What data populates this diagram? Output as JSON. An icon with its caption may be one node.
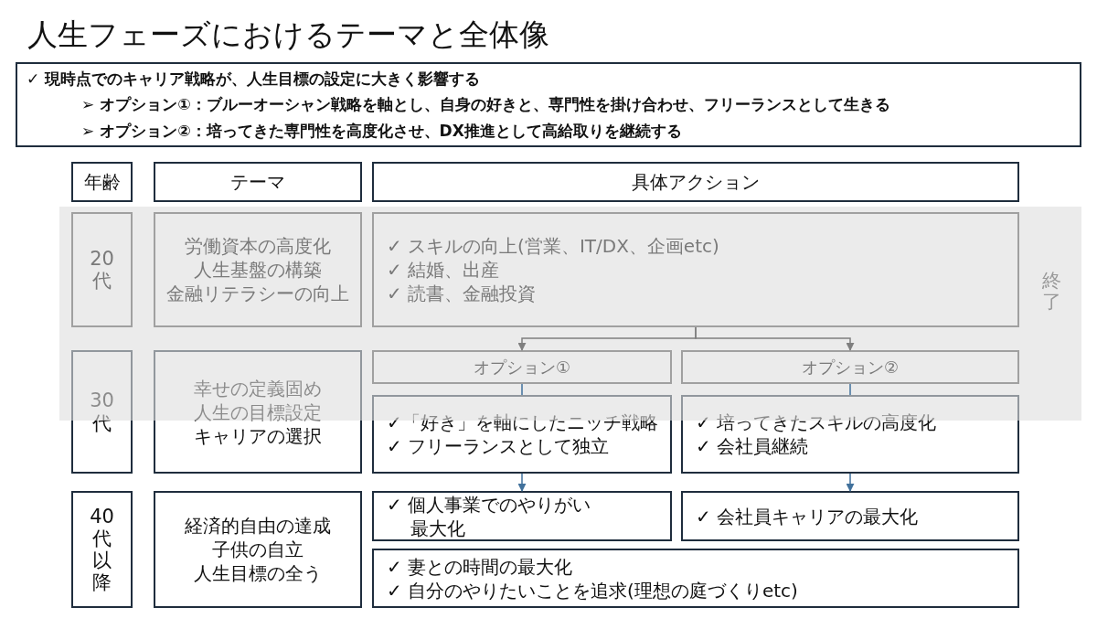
{
  "diagram": {
    "title": "人生フェーズにおけるテーマと全体像",
    "nodes": [
      {
        "text": [
          "✓ 現時点でのキャリア戦略が、人生目標の設定に大きく影響する",
          "➢ オプション①：ブルーオーシャン戦略を軸とし、自身の好きと、専門性を掛け合わせ、フリーランスとして生きる",
          "➢ オプション②：培ってきた専門性を高度化させ、DX推進として高給取りを継続する"
        ]
      },
      {
        "text": [
          "年齢"
        ]
      },
      {
        "text": [
          "テーマ"
        ]
      },
      {
        "text": [
          "具体アクション"
        ]
      },
      {
        "text": [
          "終了"
        ]
      },
      {
        "text": [
          "20代"
        ],
        "in": 4
      },
      {
        "text": [
          "労働資本の高度化",
          "人生基盤の構築",
          "金融リテラシーの向上"
        ],
        "in": 4
      },
      {
        "text": [
          "✓ スキルの向上(営業、IT/DX、企画etc)",
          "✓ 結婚、出産",
          "✓ 読書、金融投資"
        ],
        "in": 4
      },
      {
        "text": [
          "オプション①"
        ],
        "in": 4
      },
      {
        "text": [
          "オプション②"
        ],
        "in": 4
      },
      {
        "text": [
          "30代"
        ]
      },
      {
        "text": [
          "幸せの定義固め",
          "人生の目標設定",
          "キャリアの選択"
        ]
      },
      {
        "text": [
          "✓「好き」を軸にしたニッチ戦略",
          "✓ フリーランスとして独立"
        ]
      },
      {
        "text": [
          "✓ 培ってきたスキルの高度化",
          "✓ 会社員継続"
        ]
      },
      {
        "text": [
          "40代以降"
        ]
      },
      {
        "text": [
          "経済的自由の達成",
          "子供の自立",
          "人生目標の全う"
        ]
      },
      {
        "text": [
          "✓ 個人事業でのやりがい最大化"
        ]
      },
      {
        "text": [
          "✓ 会社員キャリアの最大化"
        ]
      },
      {
        "text": [
          "✓ 妻との時間の最大化",
          "✓ 自分のやりたいことを追求(理想の庭づくりetc)"
        ]
      }
    ],
    "edges": [
      {
        "from": 7,
        "to": 8,
        "arrow": "to",
        "color": "#7f7f7f"
      },
      {
        "from": 7,
        "to": 9,
        "arrow": "to",
        "color": "#7f7f7f"
      },
      {
        "from": 8,
        "to": 12,
        "arrow": "none"
      },
      {
        "from": 9,
        "to": 13,
        "arrow": "none"
      },
      {
        "from": 12,
        "to": 16,
        "arrow": "to"
      },
      {
        "from": 13,
        "to": 17,
        "arrow": "to"
      }
    ]
  }
}
